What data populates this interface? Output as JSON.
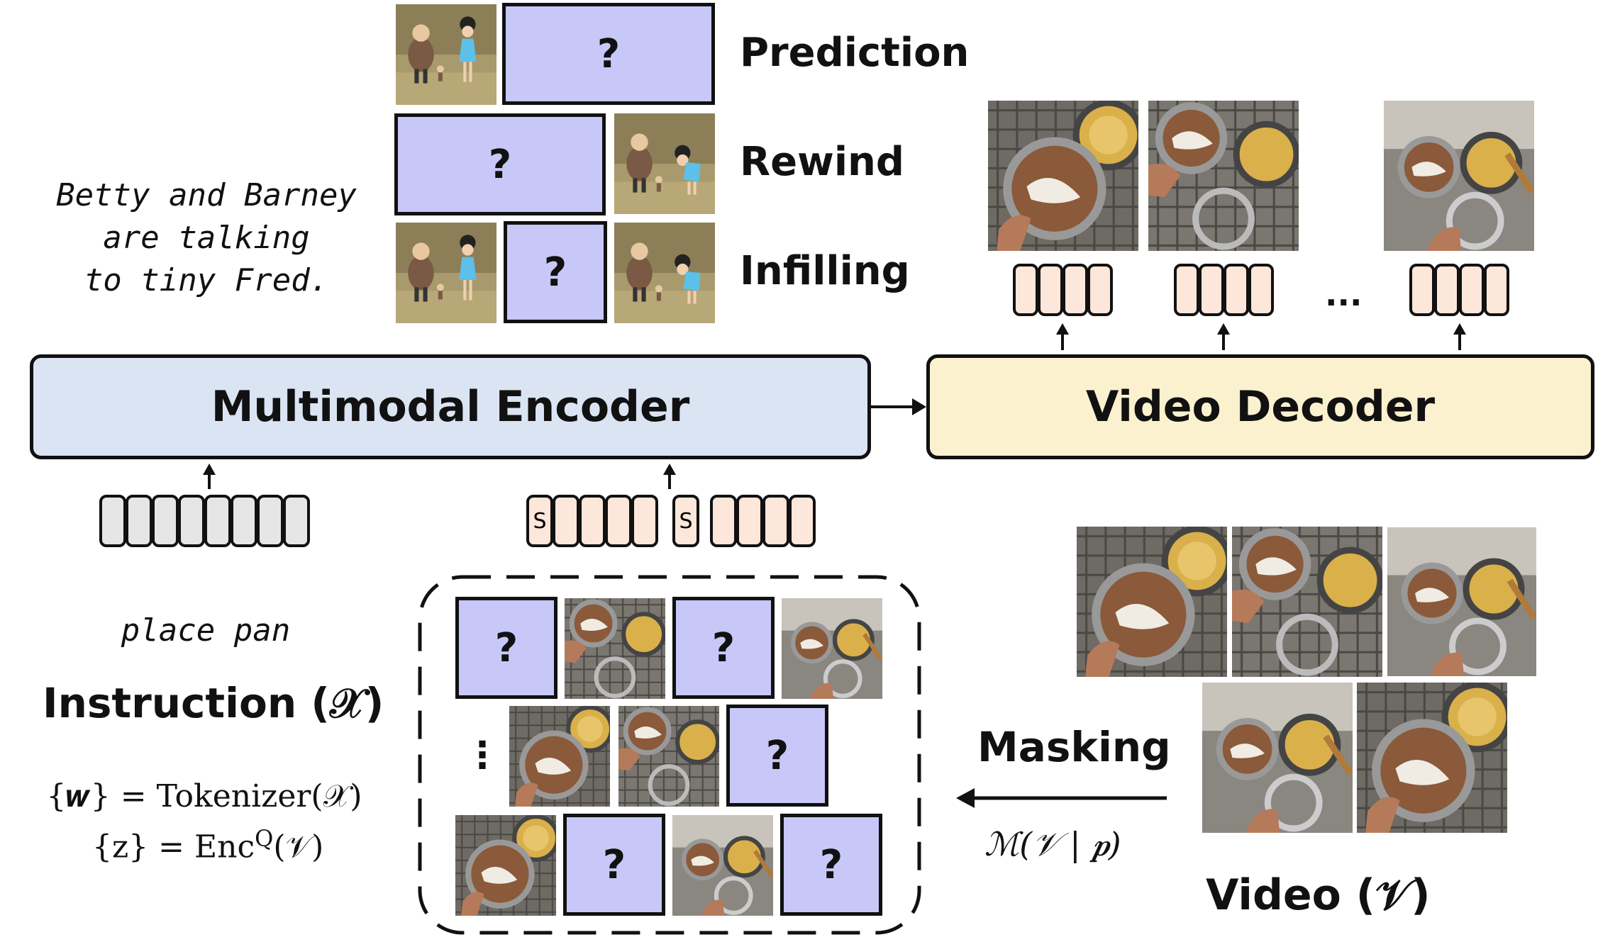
{
  "caption": {
    "line1": "Betty and Barney",
    "line2": "are talking",
    "line3": "to tiny Fred."
  },
  "tasks": {
    "prediction": "Prediction",
    "rewind": "Rewind",
    "infilling": "Infilling",
    "mask_symbol": "?"
  },
  "encoder": {
    "label": "Multimodal Encoder"
  },
  "decoder": {
    "label": "Video Decoder",
    "ellipsis": "..."
  },
  "tokens": {
    "special": "S"
  },
  "instruction": {
    "example": "place pan",
    "label": "Instruction (𝒳)",
    "formula1": "{𝒘} = Tokenizer(𝒳)",
    "formula2": "{z} = Enc",
    "formula2_sup": "Q",
    "formula2_tail": "(𝒱)"
  },
  "masking": {
    "label": "Masking",
    "formula": "ℳ(𝒱 | 𝒑)",
    "ellipsis": "⋮"
  },
  "video": {
    "label": "Video (𝒱)"
  },
  "colors": {
    "encoder_fill": "#dbe4f3",
    "decoder_fill": "#fcf1cf",
    "mask_fill": "#c8c8f8",
    "token_gray": "#e6e6e6",
    "token_peach": "#fde7da",
    "cartoon_bg": "#a89a6c",
    "cooking_bg": "#6e6a64"
  },
  "icons": {
    "cartoon_frame": "cartoon-frame-image",
    "cooking_frame": "cooking-frame-image"
  }
}
